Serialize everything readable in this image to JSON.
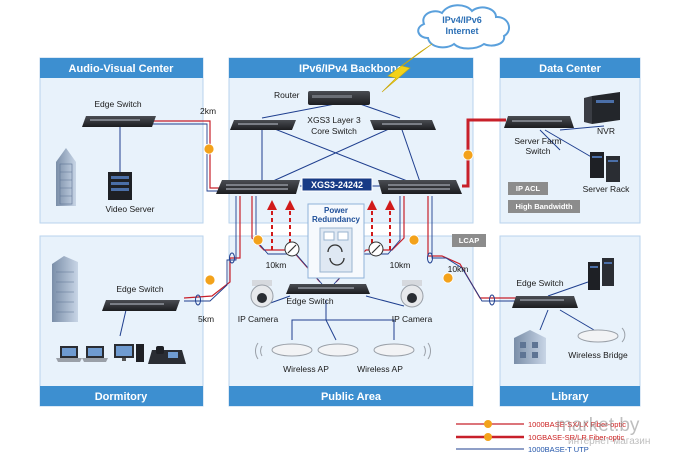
{
  "cloud": {
    "line1": "IPv4/IPv6",
    "line2": "Internet"
  },
  "zones": {
    "audio_visual": "Audio-Visual Center",
    "backbone": "IPv6/IPv4 Backbone",
    "data_center": "Data Center",
    "dormitory": "Dormitory",
    "public_area": "Public Area",
    "library": "Library"
  },
  "labels": {
    "edge_switch_av": "Edge Switch",
    "video_server": "Video Server",
    "router": "Router",
    "core_line1": "XGS3 Layer 3",
    "core_line2": "Core Switch",
    "model": "XGS3-24242",
    "power_line1": "Power",
    "power_line2": "Redundancy",
    "server_farm_line1": "Server Farm",
    "server_farm_line2": "Switch",
    "nvr": "NVR",
    "server_rack": "Server Rack",
    "ip_acl": "IP ACL",
    "high_bandwidth": "High Bandwidth",
    "lcap": "LCAP",
    "edge_switch_dorm": "Edge Switch",
    "edge_switch_pub": "Edge Switch",
    "ip_camera_left": "IP Camera",
    "ip_camera_right": "IP Camera",
    "wireless_ap_left": "Wireless AP",
    "wireless_ap_right": "Wireless AP",
    "edge_switch_lib": "Edge Switch",
    "wireless_bridge": "Wireless Bridge"
  },
  "distances": {
    "av": "2km",
    "left": "10km",
    "right": "10km",
    "dorm": "5km",
    "lib": "10km"
  },
  "legend": [
    {
      "label": "1000BASE-SX/LX Fiber-optic",
      "color": "#cc2222"
    },
    {
      "label": "10GBASE-SR/LR Fiber-optic",
      "color": "#cc2222"
    },
    {
      "label": "1000BASE-T UTP",
      "color": "#2255aa"
    }
  ],
  "colors": {
    "zone_header": "#3d8fd0",
    "zone_fill": "#e8f2fb",
    "fiber": "#c8202a",
    "utp": "#1f3f8f",
    "switch": "#2b2d31"
  },
  "watermark": {
    "line1": "market.by",
    "line2": "интернет-магазин"
  }
}
